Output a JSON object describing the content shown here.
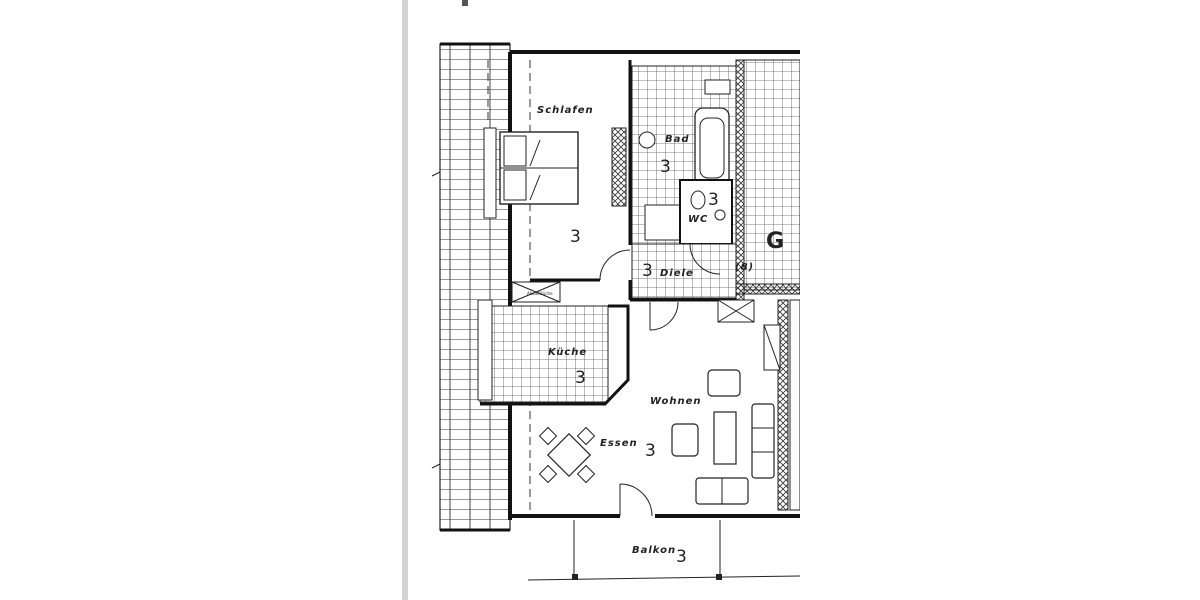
{
  "plan": {
    "rooms": {
      "schlafen": "Schlafen",
      "bad": "Bad",
      "wc": "WC",
      "diele": "Diele",
      "kueche": "Küche",
      "wohnen": "Wohnen",
      "essen": "Essen",
      "balkon": "Balkon",
      "abstell": "Abstellküche"
    },
    "marks": {
      "schlafen": "3",
      "bad": "3",
      "wc": "3",
      "diele": "3",
      "kueche": "3",
      "essen": "3",
      "balkon": "3",
      "stair_note": "(8)",
      "cut_letter": "G"
    }
  }
}
